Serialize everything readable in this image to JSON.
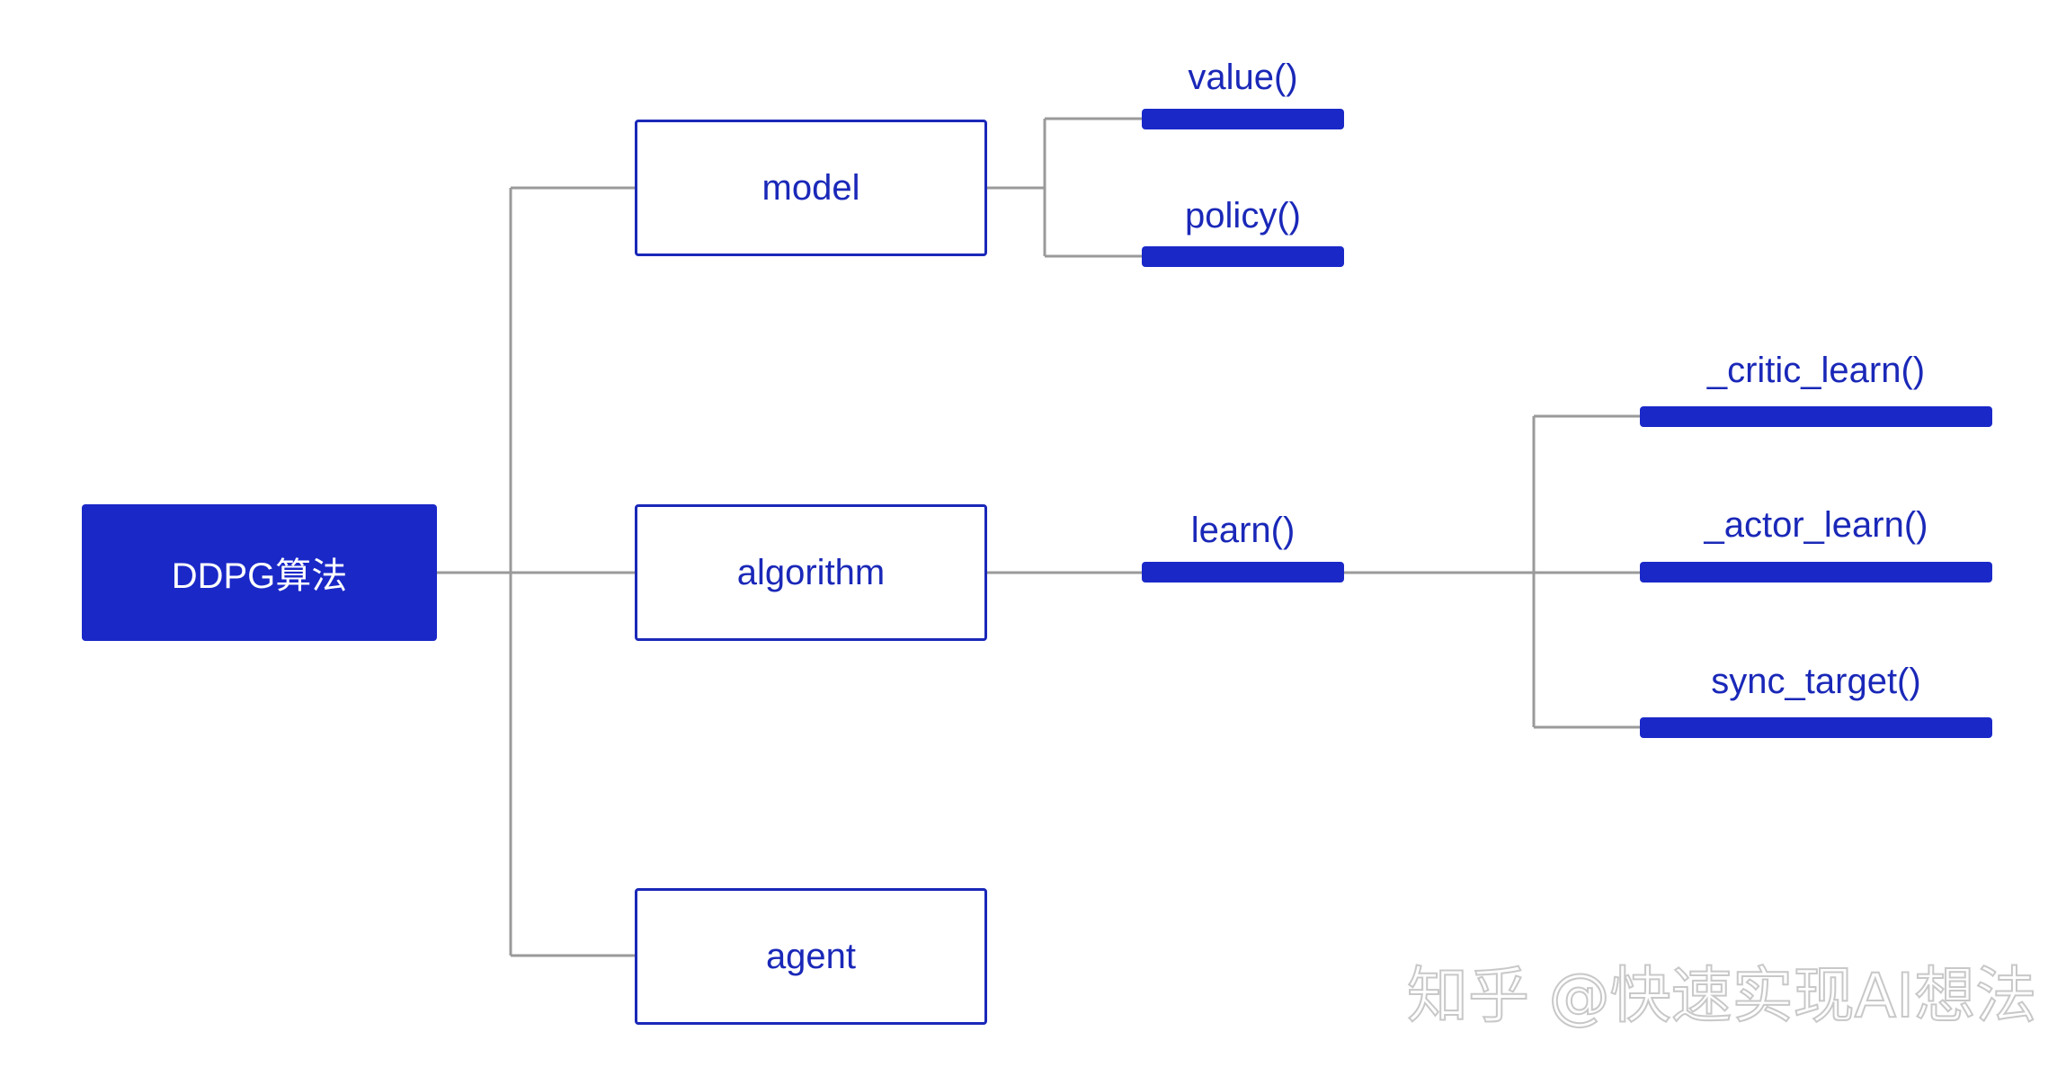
{
  "root": {
    "label": "DDPG算法"
  },
  "level1": [
    {
      "id": "model",
      "label": "model"
    },
    {
      "id": "algorithm",
      "label": "algorithm"
    },
    {
      "id": "agent",
      "label": "agent"
    }
  ],
  "model_children": [
    {
      "id": "value",
      "label": "value()"
    },
    {
      "id": "policy",
      "label": "policy()"
    }
  ],
  "algorithm_children": [
    {
      "id": "learn",
      "label": "learn()"
    }
  ],
  "learn_children": [
    {
      "id": "critic_learn",
      "label": "_critic_learn()"
    },
    {
      "id": "actor_learn",
      "label": "_actor_learn()"
    },
    {
      "id": "sync_target",
      "label": "sync_target()"
    }
  ],
  "watermark": "知乎 @快速实现AI想法",
  "colors": {
    "node_blue": "#1a28c8",
    "text_blue": "#1a28b8",
    "connector_gray": "#9a9a9a"
  }
}
